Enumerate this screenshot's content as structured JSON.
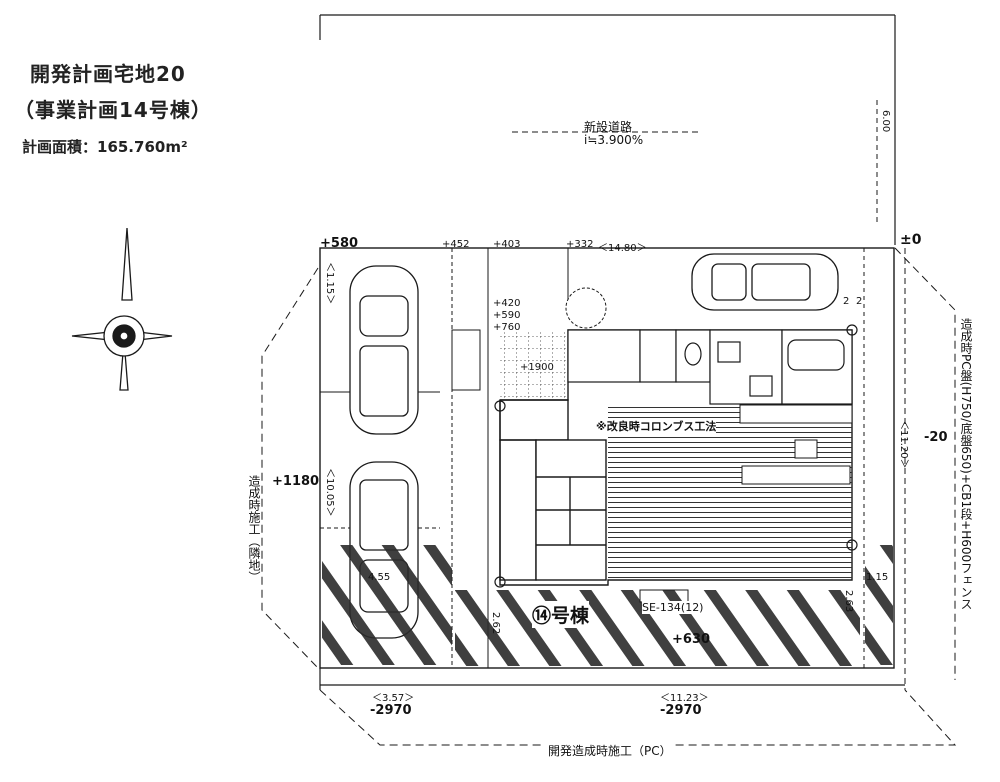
{
  "heading": {
    "line1": "開発計画宅地20",
    "line2": "（事業計画14号棟）",
    "area": "計画面積：165.760m²"
  },
  "road": {
    "name": "新設道路",
    "slope": "i≒3.900%"
  },
  "elevations": {
    "top_left": "+580",
    "n452": "+452",
    "n403": "+403",
    "n332": "+332",
    "top_right": "±0",
    "n420": "+420",
    "n590": "+590",
    "n760": "+760",
    "n1900": "+1900",
    "left_mid": "+1180",
    "right_mid": "-20",
    "bottom_mid": "+630",
    "bottom_left": "-2970",
    "bottom_right": "-2970"
  },
  "dimensions": {
    "top_width": "＜14.80＞",
    "left_top": "＜1.15＞",
    "left_depth": "＜10.05＞",
    "right_depth": "＜11.20＞",
    "bottom_left": "＜3.57＞",
    "bottom_right": "＜11.23＞",
    "road_width": "6.00",
    "parking_len": "4.55",
    "side_62": "2.62",
    "side_63": "2.63",
    "side_115": "1.15",
    "side_2a": "2",
    "side_2b": "2"
  },
  "notes": {
    "method": "※改良時コロンブス工法",
    "house_no": "⑭号棟",
    "sewer": "SE-134(12)",
    "left_side": "造成時施工（隣地）",
    "right_side": "造成時PC盤(H750/底盤650)+CB1段+H600フェンス",
    "bottom": "開発造成時施工（PC）"
  },
  "colors": {
    "line": "#1a1a1a",
    "hatch": "#2b2b2b"
  }
}
